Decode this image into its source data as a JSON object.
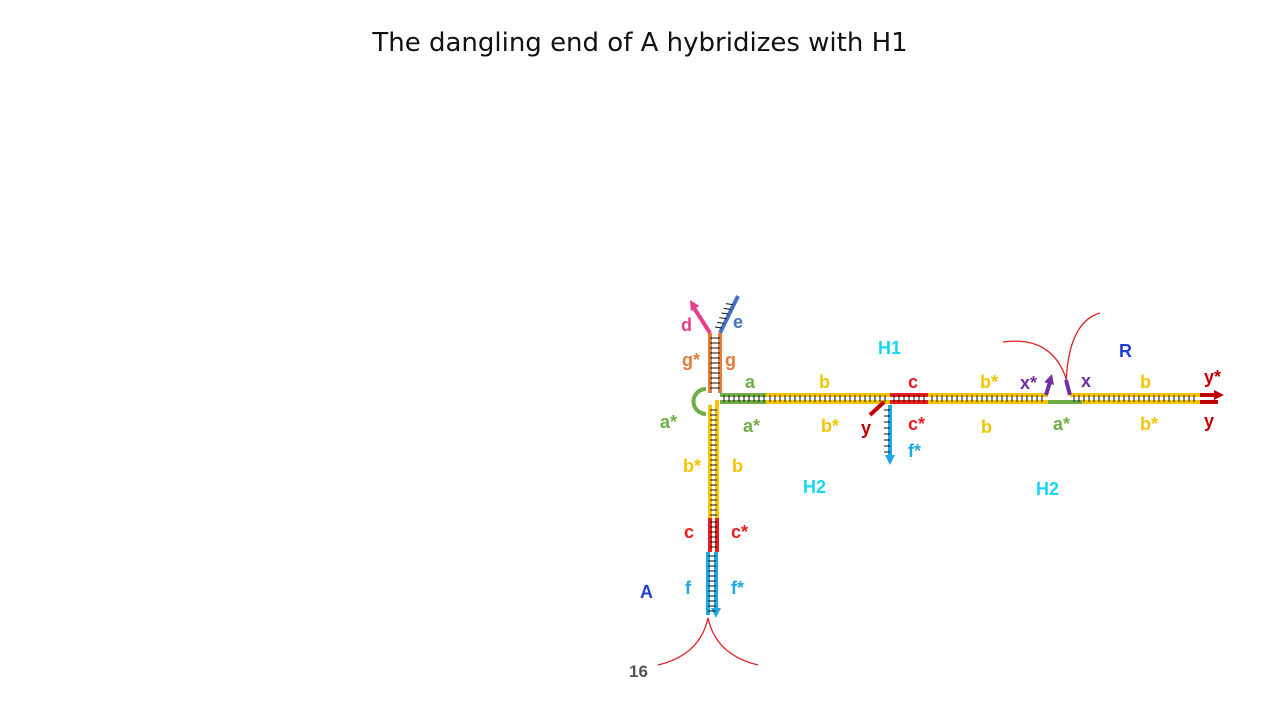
{
  "slide": {
    "title": "The dangling end of A hybridizes with H1",
    "page_number": "16"
  },
  "colors": {
    "yellow": "#f5c400",
    "green": "#70ad47",
    "red": "#e81c1c",
    "dark_red": "#c00000",
    "cyan_blue": "#1fa9e1",
    "orange": "#e07d3c",
    "pink": "#e83e8c",
    "steel_blue": "#4472c4",
    "purple": "#7030a0",
    "strand_label_blue": "#1f3fd6",
    "strand_label_cyan": "#19d7f0",
    "arc": "#e02020"
  },
  "labels": {
    "strand_a": "A",
    "strand_h1": "H1",
    "strand_h2_left": "H2",
    "strand_h2_right": "H2",
    "strand_r": "R",
    "d": "d",
    "e": "e",
    "g_star": "g*",
    "g": "g",
    "a_star_loop": "a*",
    "a_top": "a",
    "a_star_bottom": "a*",
    "b_star_vertical": "b*",
    "b_vertical": "b",
    "c_vertical": "c",
    "c_star_vertical": "c*",
    "f": "f",
    "f_star": "f*",
    "b_top_h1": "b",
    "b_star_bottom_h2": "b*",
    "c_top_h1": "c",
    "y_left": "y",
    "c_star_bottom": "c*",
    "f_star_right": "f*",
    "b_star_top": "b*",
    "b_bottom": "b",
    "x_star": "x*",
    "x": "x",
    "a_star_right": "a*",
    "b_top_r": "b",
    "b_star_bottom_r": "b*",
    "y_star": "y*",
    "y_right": "y"
  }
}
